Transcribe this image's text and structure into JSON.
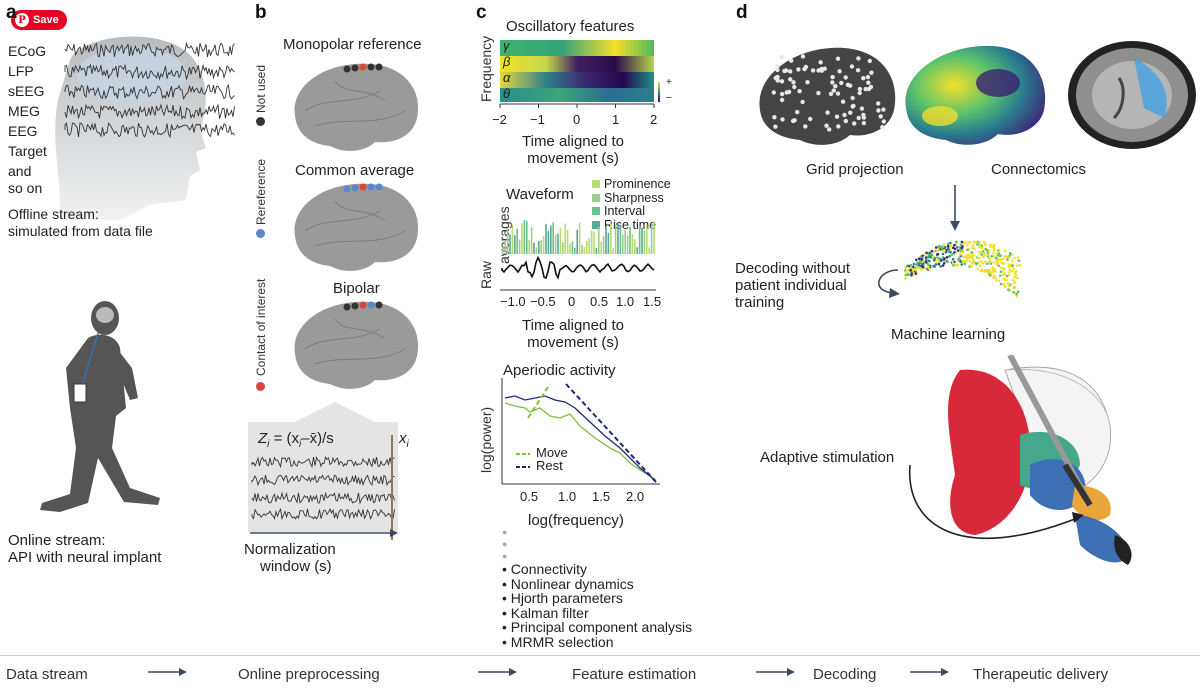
{
  "save_button": {
    "label": "Save"
  },
  "panel_letters": {
    "a": "a",
    "b": "b",
    "c": "c",
    "d": "d"
  },
  "panel_a": {
    "modalities": [
      "ECoG",
      "LFP",
      "sEEG",
      "MEG",
      "EEG",
      "Target",
      "and",
      "so on"
    ],
    "offline_stream": [
      "Offline stream:",
      "simulated from data file"
    ],
    "online_stream": [
      "Online stream:",
      "API with neural implant"
    ]
  },
  "panel_b": {
    "monopolar": "Monopolar reference",
    "common_average": "Common average",
    "bipolar": "Bipolar",
    "legend": {
      "not_used": "Not used",
      "rereference": "Rereference",
      "contact": "Contact of interest"
    },
    "formula": "Z",
    "formula_sub": "i",
    "formula_rest": " = (x",
    "formula_rest2": "–x̄)/s",
    "xi": "x",
    "xi_sub": "i",
    "normalization": [
      "Normalization",
      "window (s)"
    ]
  },
  "panel_c": {
    "oscillatory_title": "Oscillatory features",
    "frequency_label": "Frequency",
    "bands": [
      "γ",
      "β",
      "α",
      "θ"
    ],
    "colorbar_plus": "+",
    "colorbar_minus": "–",
    "time_ticks": [
      "−2",
      "−1",
      "0",
      "1",
      "2"
    ],
    "time_label": [
      "Time aligned to",
      "movement (s)"
    ],
    "waveform_title": "Waveform",
    "waveform_legend": [
      "Prominence",
      "Sharpness",
      "Interval",
      "Rise time"
    ],
    "raw_label": "Raw",
    "averages_label": "averages",
    "waveform_ticks": [
      "−1.0",
      "−0.5",
      "0",
      "0.5",
      "1.0",
      "1.5"
    ],
    "waveform_time_label": [
      "Time aligned to",
      "movement (s)"
    ],
    "aperiodic_title": "Aperiodic activity",
    "log_power": "log(power)",
    "log_frequency": "log(frequency)",
    "aperiodic_ticks": [
      "0.5",
      "1.0",
      "1.5",
      "2.0"
    ],
    "aperiodic_legend": [
      "Move",
      "Rest"
    ],
    "more_features": [
      "Connectivity",
      "Nonlinear dynamics",
      "Hjorth parameters",
      "Kalman filter",
      "Principal component analysis",
      "MRMR selection"
    ]
  },
  "panel_d": {
    "grid_projection": "Grid projection",
    "connectomics": "Connectomics",
    "decoding": [
      "Decoding without",
      "patient individual",
      "training"
    ],
    "machine_learning": "Machine learning",
    "adaptive_stimulation": "Adaptive stimulation"
  },
  "pipeline": [
    "Data stream",
    "Online preprocessing",
    "Feature estimation",
    "Decoding",
    "Therapeutic delivery"
  ],
  "colors": {
    "save_red": "#e60023",
    "arrow": "#3b4a63",
    "not_used": "#333333",
    "rereference": "#5b86c9",
    "contact": "#d9473a",
    "move": "#7fbf3f",
    "rest": "#23267a"
  }
}
